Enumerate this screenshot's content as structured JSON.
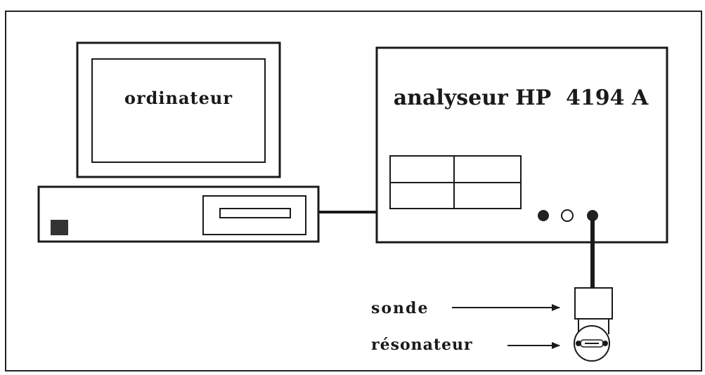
{
  "labels": {
    "computer": "ordinateur",
    "analyzer": "analyseur HP  4194 A",
    "probe": "sonde",
    "resonator": "résonateur"
  },
  "colors": {
    "ink": "#1a1a1a",
    "frame": "#222222",
    "paper": "#ffffff"
  }
}
